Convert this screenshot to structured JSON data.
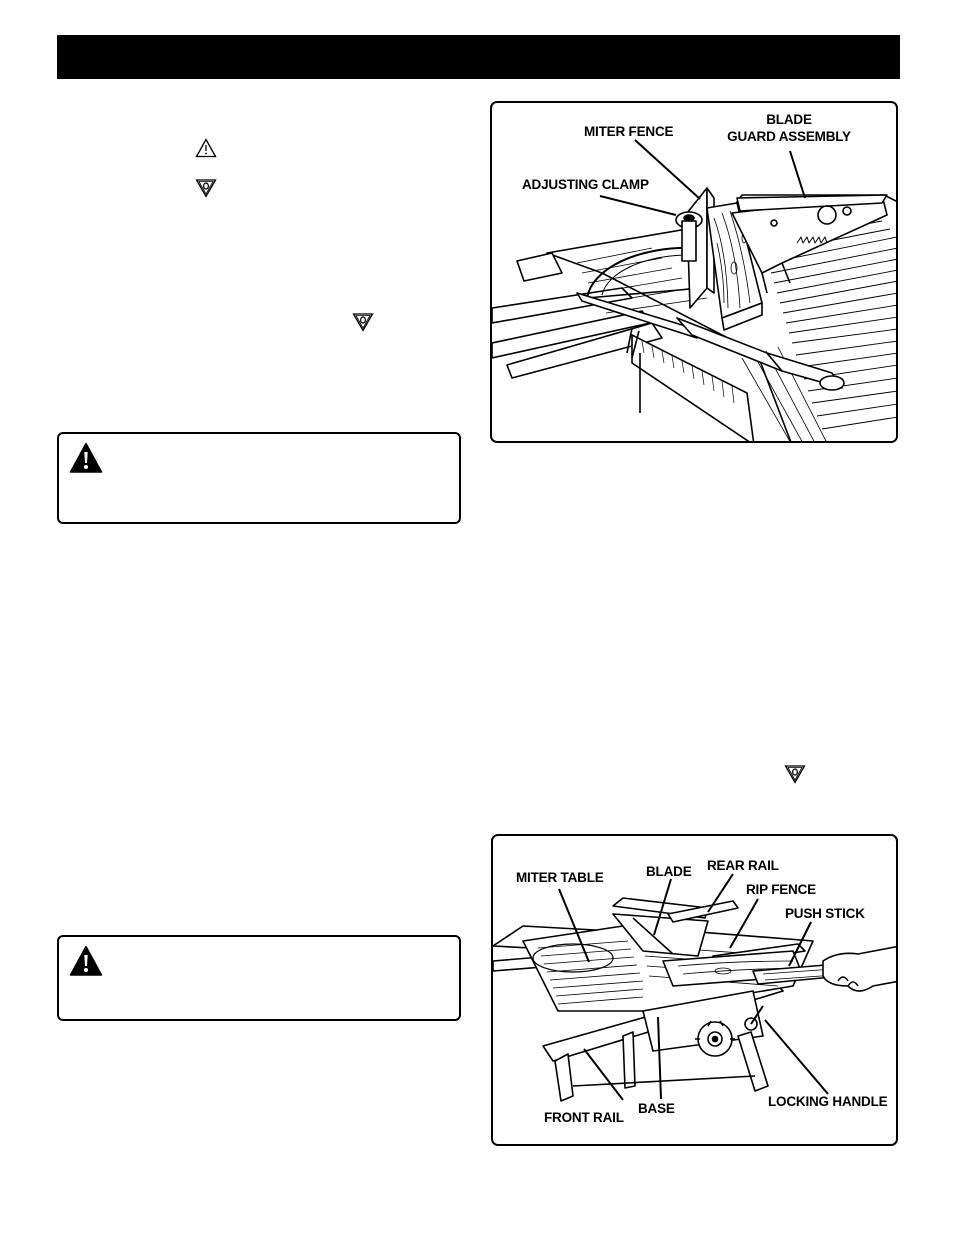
{
  "figure1": {
    "labels": {
      "miter_fence": "MITER FENCE",
      "blade_guard_line1": "BLADE",
      "blade_guard_line2": "GUARD ASSEMBLY",
      "adjusting_clamp": "ADJUSTING CLAMP"
    }
  },
  "figure2": {
    "labels": {
      "miter_table": "MITER TABLE",
      "blade": "BLADE",
      "rear_rail": "REAR RAIL",
      "rip_fence": "RIP FENCE",
      "push_stick": "PUSH STICK",
      "front_rail": "FRONT RAIL",
      "base": "BASE",
      "locking_handle": "LOCKING HANDLE"
    }
  },
  "icons": {
    "warning": "warning-triangle-icon",
    "safety_alert": "safety-alert-triangle-icon",
    "eye_protection": "eye-protection-symbol-icon"
  }
}
